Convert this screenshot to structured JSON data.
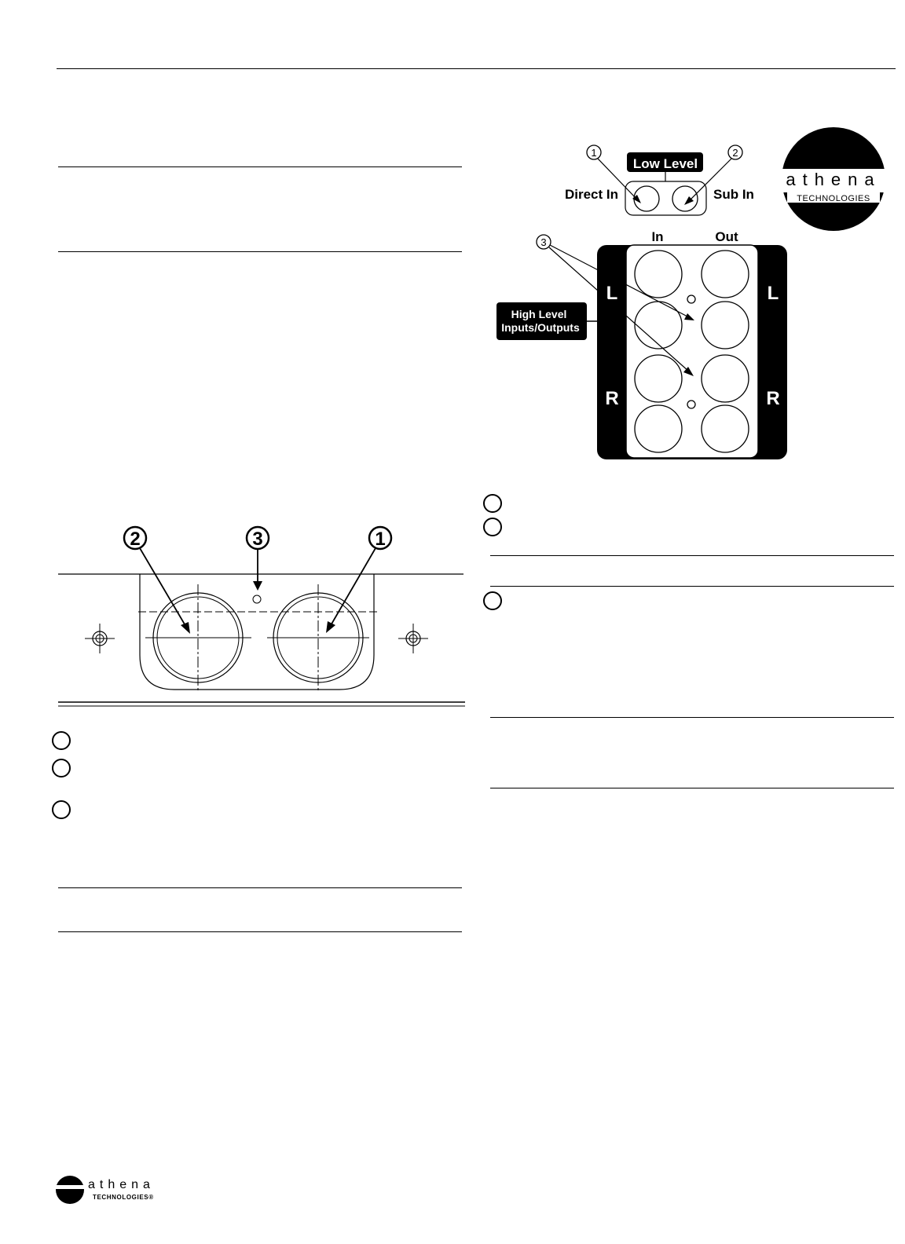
{
  "brand": {
    "name": "athena",
    "sub": "TECHNOLOGIES",
    "footer_name": "athena",
    "footer_sub": "TECHNOLOGIES®"
  },
  "front_panel": {
    "callouts": [
      "2",
      "3",
      "1"
    ]
  },
  "back_panel": {
    "low_level_label": "Low Level",
    "direct_in": "Direct In",
    "sub_in": "Sub In",
    "callout_1": "1",
    "callout_2": "2",
    "callout_3": "3",
    "in_label": "In",
    "out_label": "Out",
    "left_label": "L",
    "right_label": "R",
    "high_level_line1": "High Level",
    "high_level_line2": "Inputs/Outputs"
  },
  "colors": {
    "ink": "#000000",
    "paper": "#ffffff"
  }
}
